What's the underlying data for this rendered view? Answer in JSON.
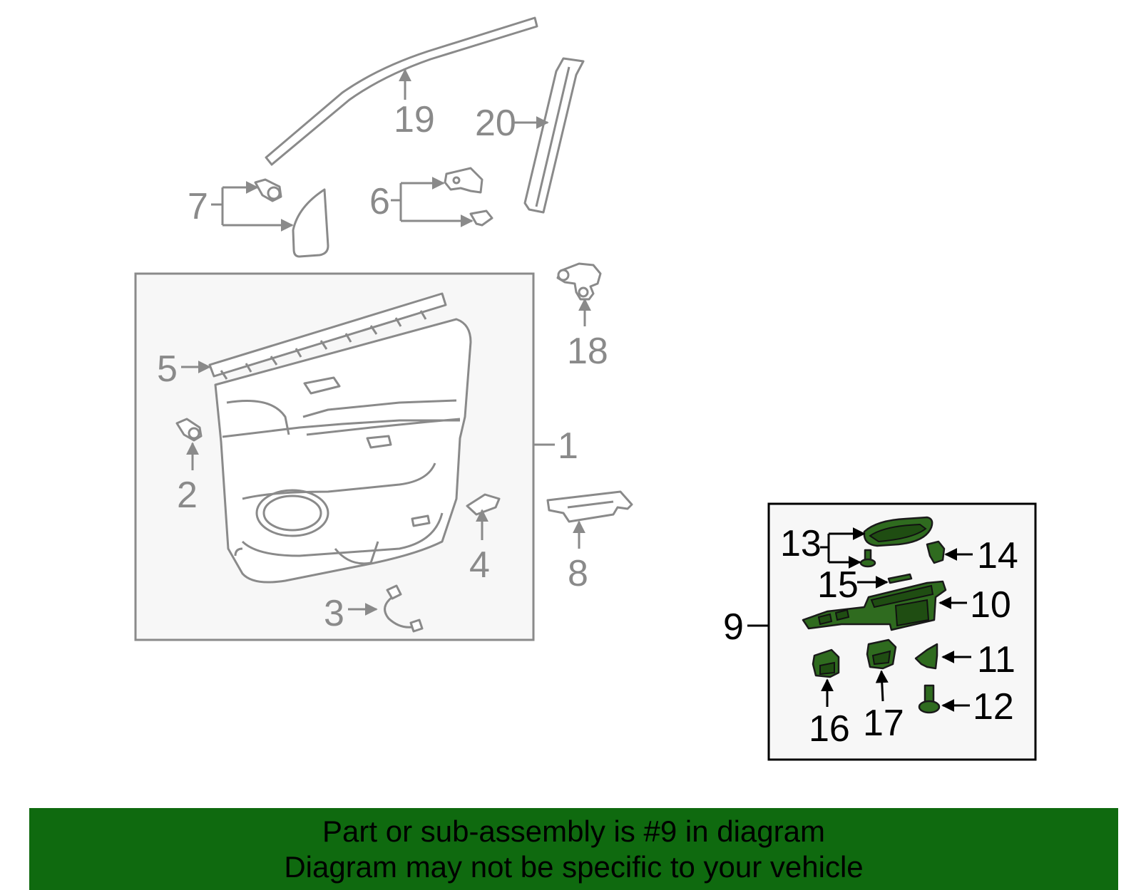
{
  "callouts": {
    "c1": "1",
    "c2": "2",
    "c3": "3",
    "c4": "4",
    "c5": "5",
    "c6": "6",
    "c7": "7",
    "c8": "8",
    "c9": "9",
    "c10": "10",
    "c11": "11",
    "c12": "12",
    "c13": "13",
    "c14": "14",
    "c15": "15",
    "c16": "16",
    "c17": "17",
    "c18": "18",
    "c19": "19",
    "c20": "20"
  },
  "banner": {
    "line1": "Part or sub-assembly is #9 in diagram",
    "line2": "Diagram may not be specific to your vehicle"
  },
  "colors": {
    "banner": "#0f6a0f",
    "highlight_part": "#2f6b1f",
    "other_parts": "#8a8a8a"
  }
}
